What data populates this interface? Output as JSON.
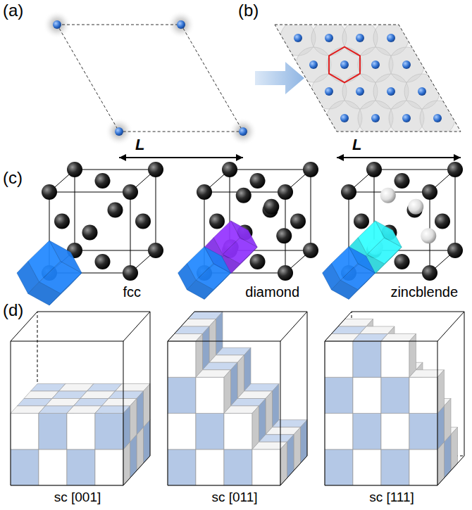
{
  "diagram": {
    "labels": [
      "(a)",
      "L",
      "(b)",
      "L",
      "(c)",
      "fcc",
      "diamond",
      "zincblende",
      "(d)",
      "sc [001]",
      "sc [011]",
      "sc [111]"
    ]
  }
}
